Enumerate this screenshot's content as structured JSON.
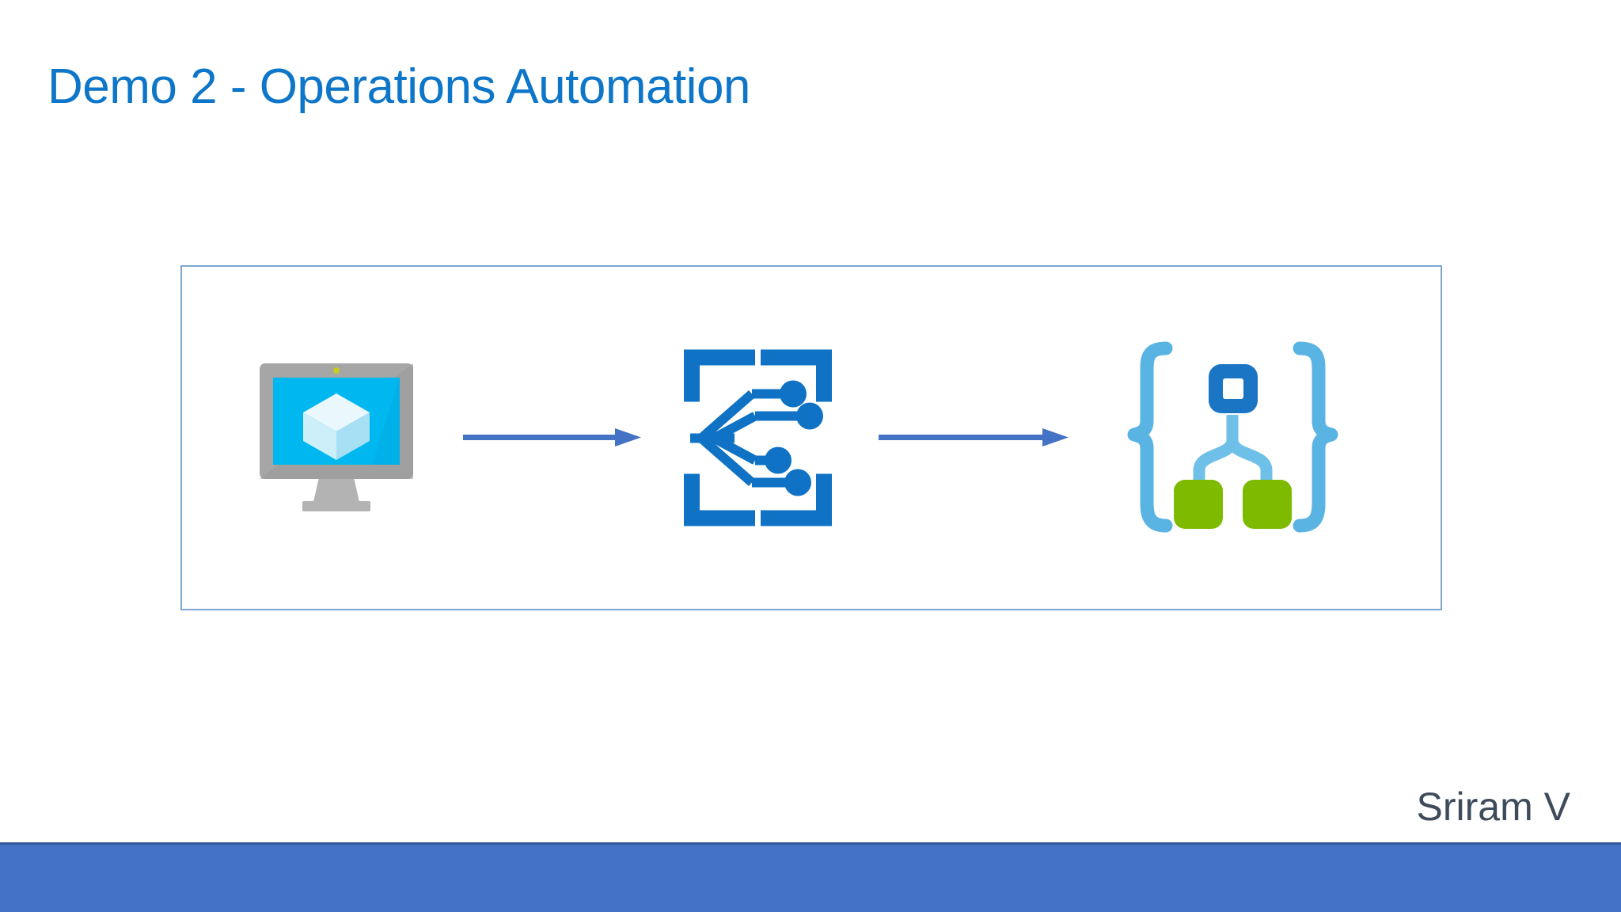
{
  "slide": {
    "title": "Demo 2 - Operations Automation",
    "author": "Sriram V",
    "background_color": "#ffffff",
    "title_color": "#0E76C8",
    "author_color": "#3E4B5B"
  },
  "diagram": {
    "border_color": "#7BA7D0",
    "arrow_color": "#4472C4",
    "nodes": [
      {
        "id": "virtual-machine",
        "icon": "monitor-vm-icon",
        "label": "",
        "colors": {
          "bezel": "#A6A6A6",
          "bezel_shadow": "#8C8C8C",
          "screen": "#00B7F0",
          "cube_top": "#EAF8FD",
          "cube_left": "#BDE9F8",
          "cube_right": "#A7DFF5",
          "led": "#C8CC1E",
          "stand": "#B3B3B3"
        }
      },
      {
        "id": "arrow-1",
        "icon": "arrow-right-icon",
        "label": ""
      },
      {
        "id": "azure-automation",
        "icon": "automation-circuit-icon",
        "label": "",
        "colors": {
          "primary": "#0F72C4"
        },
        "dot_count": 4
      },
      {
        "id": "arrow-2",
        "icon": "arrow-right-icon",
        "label": ""
      },
      {
        "id": "logic-app",
        "icon": "logic-app-braces-icon",
        "label": "",
        "colors": {
          "brace": "#59B4E3",
          "connector": "#6FC0E8",
          "trigger": "#1A76C4",
          "trigger_hole": "#FFFFFF",
          "action": "#7DBA00"
        }
      }
    ]
  },
  "bottom_bar": {
    "color": "#4472C4",
    "top_border_color": "#35589E"
  }
}
